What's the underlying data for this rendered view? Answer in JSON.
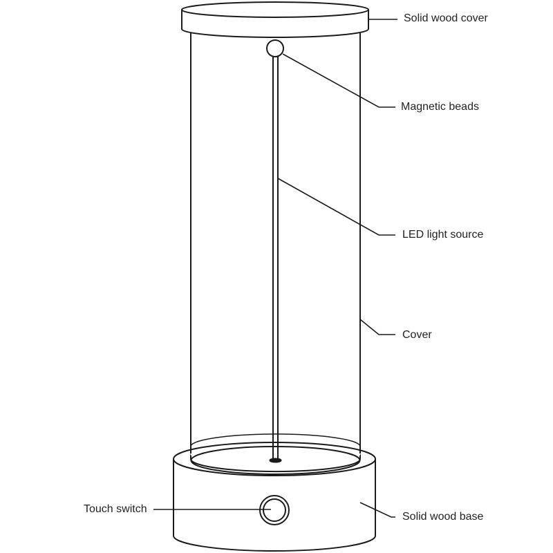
{
  "labels": {
    "cover_top": "Solid wood cover",
    "beads": "Magnetic beads",
    "led": "LED light source",
    "cover": "Cover",
    "switch": "Touch switch",
    "base": "Solid wood base"
  },
  "colors": {
    "stroke": "#1a1a1a",
    "text": "#222222"
  }
}
